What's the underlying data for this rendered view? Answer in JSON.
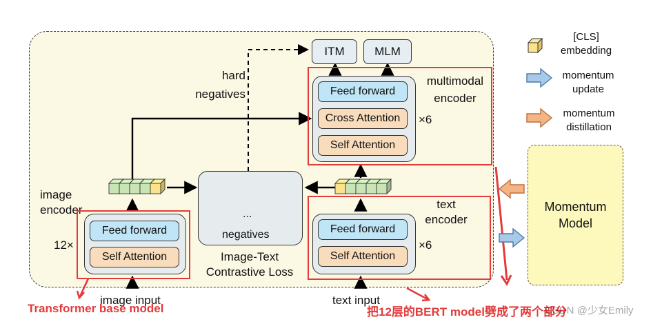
{
  "diagram": {
    "heads": {
      "itm": "ITM",
      "mlm": "MLM"
    },
    "labels": {
      "hard_negatives": "hard\nnegatives",
      "multimodal_encoder": "multimodal\nencoder",
      "image_encoder": "image\nencoder",
      "text_encoder": "text\nencoder",
      "negatives": "negatives",
      "contrastive_loss": "Image-Text\nContrastive Loss",
      "image_input": "image input",
      "text_input": "text input",
      "ellipsis": "...",
      "x6_multimodal": "×6",
      "x6_text": "×6",
      "x12_image": "12×"
    },
    "layers": {
      "mm_feed_forward": "Feed forward",
      "mm_cross_attention": "Cross Attention",
      "mm_self_attention": "Self Attention",
      "img_feed_forward": "Feed forward",
      "img_self_attention": "Self Attention",
      "txt_feed_forward": "Feed forward",
      "txt_self_attention": "Self Attention"
    },
    "legend": {
      "cls": "[CLS]\nembedding",
      "momentum_update": "momentum\nupdate",
      "momentum_distillation": "momentum\ndistillation"
    },
    "momentum_model": "Momentum\nModel"
  },
  "annotations": {
    "transformer_base": "Transformer base model",
    "bert_split": "把12层的BERT model劈成了两个部分",
    "watermark": "CSDN @少女Emily"
  },
  "colors": {
    "annotation_red": "#e33a3a",
    "feed_forward": "#bfe5f6",
    "attention": "#f8dcbc",
    "panel": "#fbf8e4",
    "momentum_model": "#fdf8bc",
    "cls_cube": "#fce28a",
    "embedding_cube": "#c9e5b6"
  }
}
